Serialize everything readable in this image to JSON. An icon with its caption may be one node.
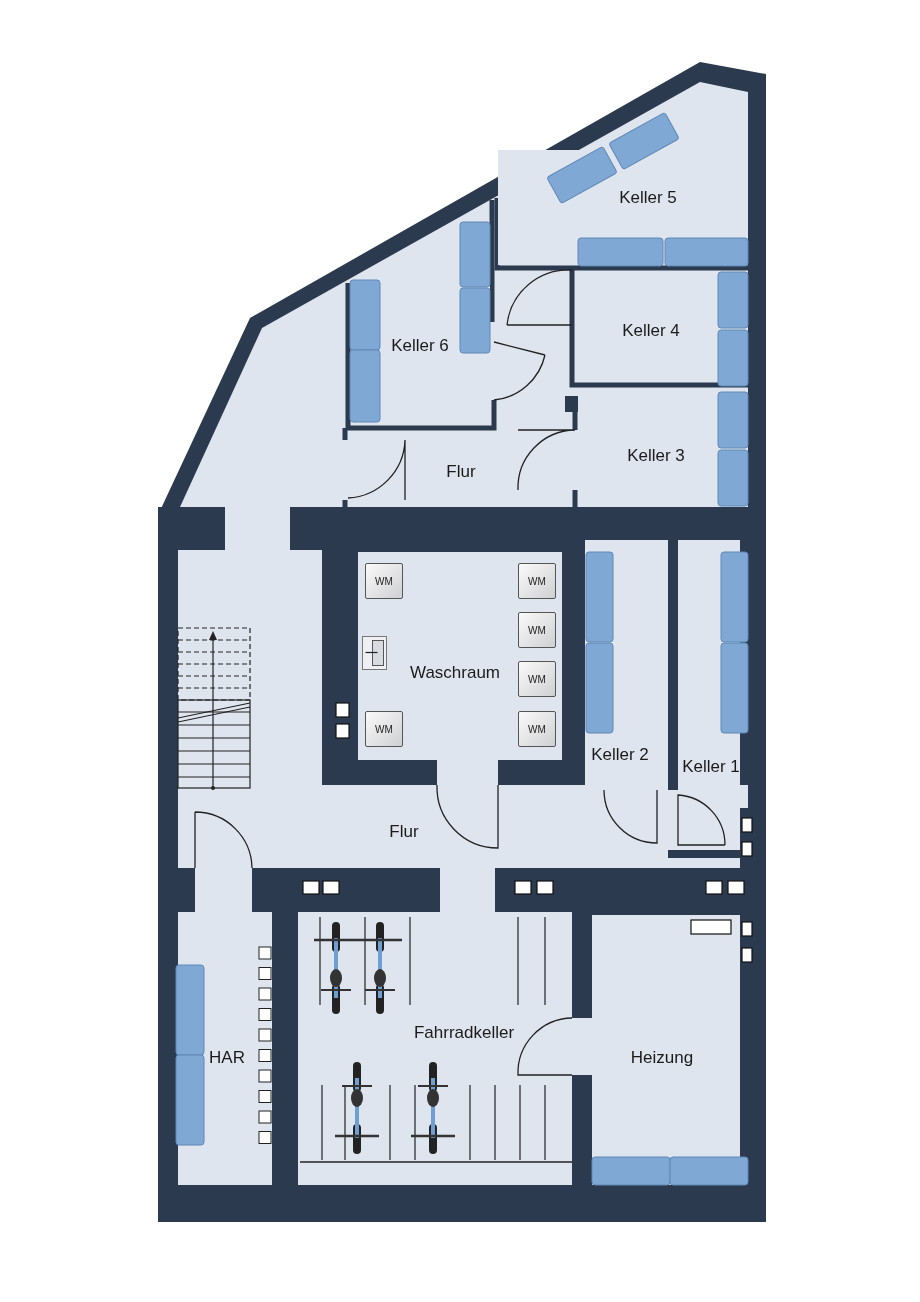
{
  "diagram": {
    "nodes": [
      {
        "text": [
          "Keller 5"
        ]
      },
      {
        "text": [
          "Keller 6"
        ]
      },
      {
        "text": [
          "Keller 4"
        ]
      },
      {
        "text": [
          "Flur"
        ]
      },
      {
        "text": [
          "Keller 3"
        ]
      },
      {
        "text": [
          "Waschraum"
        ]
      },
      {
        "text": [
          "WM"
        ],
        "in": 5
      },
      {
        "text": [
          "WM"
        ],
        "in": 5
      },
      {
        "text": [
          "WM"
        ],
        "in": 5
      },
      {
        "text": [
          "WM"
        ],
        "in": 5
      },
      {
        "text": [
          "WM"
        ],
        "in": 5
      },
      {
        "text": [
          "WM"
        ],
        "in": 5
      },
      {
        "text": [
          "Keller 2"
        ]
      },
      {
        "text": [
          "Keller 1"
        ]
      },
      {
        "text": [
          "Flur"
        ]
      },
      {
        "text": [
          "HAR"
        ]
      },
      {
        "text": [
          "Fahrradkeller"
        ]
      },
      {
        "text": [
          "Heizung"
        ]
      }
    ],
    "edges": []
  }
}
